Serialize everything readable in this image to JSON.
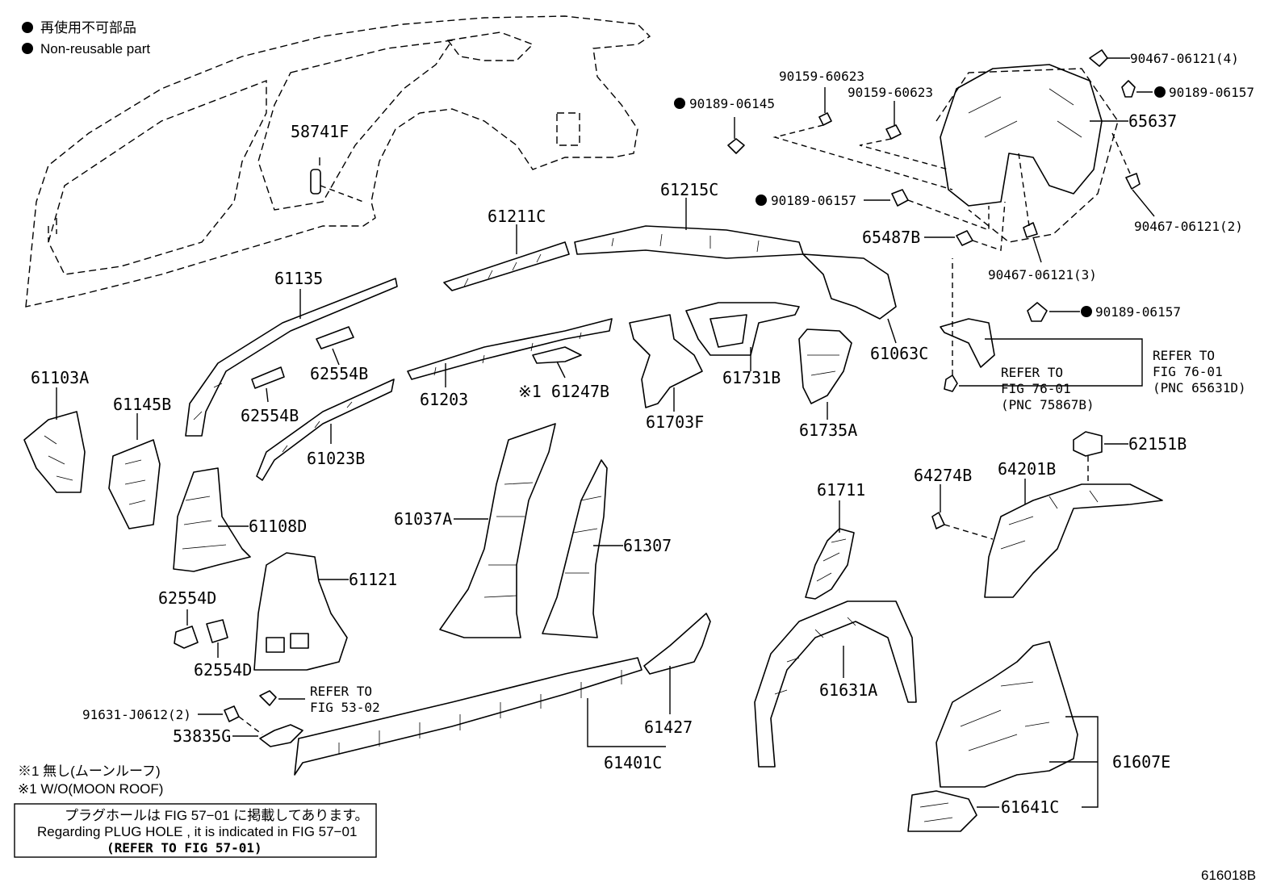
{
  "legend": {
    "jp": "再使用不可部品",
    "en": "Non-reusable part"
  },
  "notes": {
    "note1_jp": "※1 無し(ムーンルーフ)",
    "note1_en": "※1 W/O(MOON ROOF)",
    "box_jp": "プラグホールは FIG 57−01 に掲載してあります。",
    "box_en": "Regarding  PLUG  HOLE , it is indicated in FIG  57−01",
    "box_ref": "(REFER  TO  FIG 57-01)"
  },
  "refs": {
    "fig_53_02_a": "REFER TO",
    "fig_53_02_b": "FIG 53-02",
    "fig_76_01_a1": "REFER TO",
    "fig_76_01_a2": "FIG 76-01",
    "fig_76_01_a3": "(PNC 75867B)",
    "fig_76_01_b1": "REFER TO",
    "fig_76_01_b2": "FIG 76-01",
    "fig_76_01_b3": "(PNC 65631D)"
  },
  "parts": {
    "p58741F": "58741F",
    "p61211C": "61211C",
    "p61215C": "61215C",
    "p61135": "61135",
    "p61103A": "61103A",
    "p61145B": "61145B",
    "p62554B_1": "62554B",
    "p62554B_2": "62554B",
    "p61203": "61203",
    "p61247B": "※1 61247B",
    "p61023B": "61023B",
    "p61703F": "61703F",
    "p61731B": "61731B",
    "p61735A": "61735A",
    "p61063C": "61063C",
    "p65487B": "65487B",
    "p90467_4": "90467-06121(4)",
    "p90189_06157_a": "90189-06157",
    "p65637": "65637",
    "p90159_60623_a": "90159-60623",
    "p90159_60623_b": "90159-60623",
    "p90189_06145": "90189-06145",
    "p90189_06157_b": "90189-06157",
    "p90467_2": "90467-06121(2)",
    "p90467_3": "90467-06121(3)",
    "p90189_06157_c": "90189-06157",
    "p61108D": "61108D",
    "p61037A": "61037A",
    "p61307": "61307",
    "p61121": "61121",
    "p62554D_1": "62554D",
    "p62554D_2": "62554D",
    "p61711": "61711",
    "p64274B": "64274B",
    "p64201B": "64201B",
    "p62151B": "62151B",
    "p61631A": "61631A",
    "p61427": "61427",
    "p61401C": "61401C",
    "p91631": "91631-J0612(2)",
    "p53835G": "53835G",
    "p61607E": "61607E",
    "p61641C": "61641C"
  },
  "footer": {
    "code": "616018B"
  }
}
